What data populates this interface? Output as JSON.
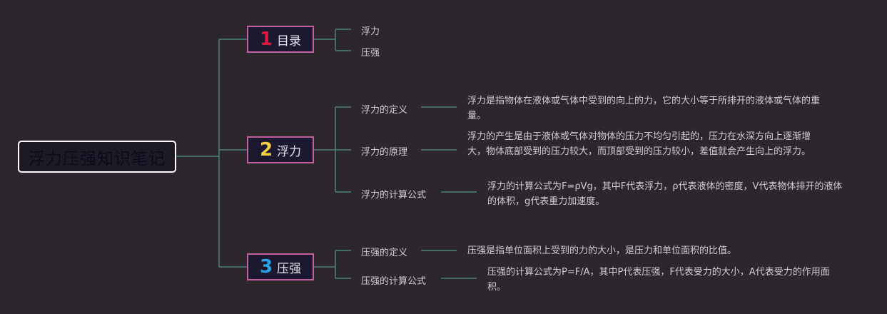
{
  "root": {
    "title": "浮力压强知识笔记"
  },
  "sections": [
    {
      "num": "1",
      "num_color": "#e0163a",
      "label": "目录",
      "items": [
        {
          "label": "浮力",
          "desc": ""
        },
        {
          "label": "压强",
          "desc": ""
        }
      ]
    },
    {
      "num": "2",
      "num_color": "#f2d045",
      "label": "浮力",
      "items": [
        {
          "label": "浮力的定义",
          "desc": "浮力是指物体在液体或气体中受到的向上的力，它的大小等于所排开的液体或气体的重量。"
        },
        {
          "label": "浮力的原理",
          "desc": "浮力的产生是由于液体或气体对物体的压力不均匀引起的，压力在水深方向上逐渐增大，物体底部受到的压力较大，而顶部受到的压力较小，差值就会产生向上的浮力。"
        },
        {
          "label": "浮力的计算公式",
          "desc": "浮力的计算公式为F=ρVg，其中F代表浮力，ρ代表液体的密度，V代表物体排开的液体的体积，g代表重力加速度。"
        }
      ]
    },
    {
      "num": "3",
      "num_color": "#2aa2e6",
      "label": "压强",
      "items": [
        {
          "label": "压强的定义",
          "desc": "压强是指单位面积上受到的力的大小，是压力和单位面积的比值。"
        },
        {
          "label": "压强的计算公式",
          "desc": "压强的计算公式为P=F/A，其中P代表压强，F代表受力的大小，A代表受力的作用面积。"
        }
      ]
    }
  ],
  "colors": {
    "line": "#4f8f8a",
    "section_border": "#c45fa0",
    "background": "#2b272d"
  }
}
